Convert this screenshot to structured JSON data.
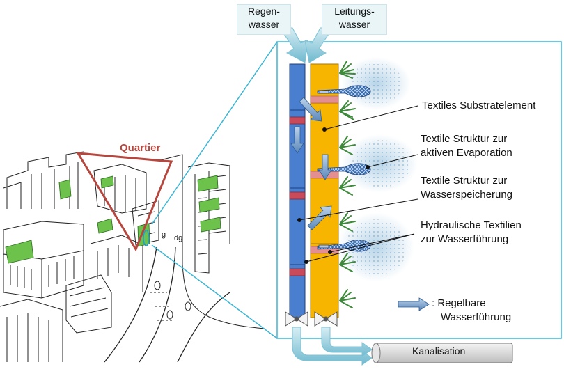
{
  "sources": {
    "rain": [
      "Regen-",
      "wasser"
    ],
    "tap": [
      "Leitungs-",
      "wasser"
    ]
  },
  "district_label": "Quartier",
  "callouts": [
    [
      "Textiles Substratelement"
    ],
    [
      "Textile Struktur zur",
      "aktiven Evaporation"
    ],
    [
      "Textile Struktur zur",
      "Wasserspeicherung"
    ],
    [
      "Hydraulische Textilien",
      "zur Wasserführung"
    ]
  ],
  "legend": {
    "prefix": ":",
    "lines": [
      "Regelbare",
      "Wasserführung"
    ]
  },
  "drain_label": "Kanalisation",
  "colors": {
    "rain_pipe": "#4a7fd0",
    "tap_pipe": "#f7b500",
    "frame": "#3bb5d4",
    "district_outline": "#b5473f",
    "plant": "#3d8a3a",
    "evaporation_dots": "#2c6e9e",
    "valve_tab": "#c94a5a",
    "arrow_fill": "#9fd3e0"
  }
}
